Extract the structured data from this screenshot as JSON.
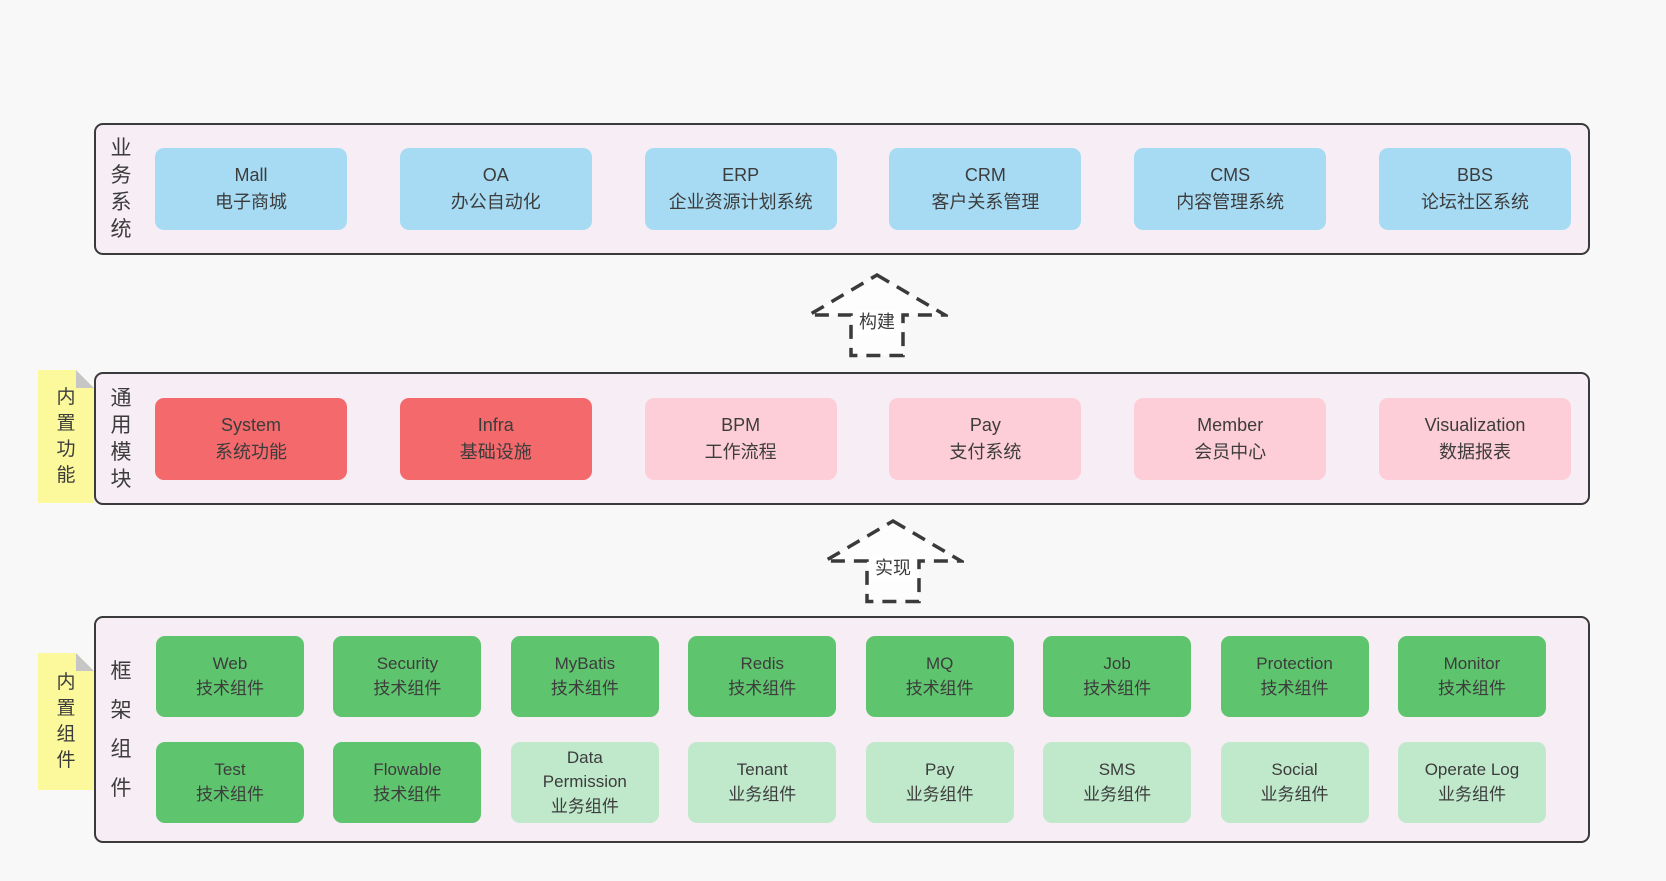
{
  "page": {
    "bg": "#f8f8f8"
  },
  "colors": {
    "page_bg": "#f8f8f8",
    "container_fill": "#f7edf5",
    "container_border": "#3a3a3a",
    "blue": "#a7dbf4",
    "red": "#f4696b",
    "pink": "#fdced7",
    "green": "#5fc46e",
    "green_light": "#c0e9cc",
    "sticky": "#fbf99b",
    "sticky_fold": "#c6c6c6",
    "text": "#3c3c3c"
  },
  "layers": {
    "business": {
      "label": "业务系统",
      "boxes": [
        {
          "title": "Mall",
          "subtitle": "电子商城",
          "variant": "blue"
        },
        {
          "title": "OA",
          "subtitle": "办公自动化",
          "variant": "blue"
        },
        {
          "title": "ERP",
          "subtitle": "企业资源计划系统",
          "variant": "blue"
        },
        {
          "title": "CRM",
          "subtitle": "客户关系管理",
          "variant": "blue"
        },
        {
          "title": "CMS",
          "subtitle": "内容管理系统",
          "variant": "blue"
        },
        {
          "title": "BBS",
          "subtitle": "论坛社区系统",
          "variant": "blue"
        }
      ]
    },
    "modules": {
      "label": "通用模块",
      "sticky": "内置功能",
      "boxes": [
        {
          "title": "System",
          "subtitle": "系统功能",
          "variant": "red"
        },
        {
          "title": "Infra",
          "subtitle": "基础设施",
          "variant": "red"
        },
        {
          "title": "BPM",
          "subtitle": "工作流程",
          "variant": "pink"
        },
        {
          "title": "Pay",
          "subtitle": "支付系统",
          "variant": "pink"
        },
        {
          "title": "Member",
          "subtitle": "会员中心",
          "variant": "pink"
        },
        {
          "title": "Visualization",
          "subtitle": "数据报表",
          "variant": "pink"
        }
      ]
    },
    "components": {
      "label": "框架组件",
      "sticky": "内置组件",
      "rows": [
        [
          {
            "title": "Web",
            "subtitle": "技术组件",
            "variant": "green"
          },
          {
            "title": "Security",
            "subtitle": "技术组件",
            "variant": "green"
          },
          {
            "title": "MyBatis",
            "subtitle": "技术组件",
            "variant": "green"
          },
          {
            "title": "Redis",
            "subtitle": "技术组件",
            "variant": "green"
          },
          {
            "title": "MQ",
            "subtitle": "技术组件",
            "variant": "green"
          },
          {
            "title": "Job",
            "subtitle": "技术组件",
            "variant": "green"
          },
          {
            "title": "Protection",
            "subtitle": "技术组件",
            "variant": "green"
          },
          {
            "title": "Monitor",
            "subtitle": "技术组件",
            "variant": "green"
          }
        ],
        [
          {
            "title": "Test",
            "subtitle": "技术组件",
            "variant": "green"
          },
          {
            "title": "Flowable",
            "subtitle": "技术组件",
            "variant": "green"
          },
          {
            "title": "Data Permission",
            "subtitle": "业务组件",
            "variant": "green-light"
          },
          {
            "title": "Tenant",
            "subtitle": "业务组件",
            "variant": "green-light"
          },
          {
            "title": "Pay",
            "subtitle": "业务组件",
            "variant": "green-light"
          },
          {
            "title": "SMS",
            "subtitle": "业务组件",
            "variant": "green-light"
          },
          {
            "title": "Social",
            "subtitle": "业务组件",
            "variant": "green-light"
          },
          {
            "title": "Operate Log",
            "subtitle": "业务组件",
            "variant": "green-light"
          }
        ]
      ]
    }
  },
  "arrows": [
    {
      "label": "构建"
    },
    {
      "label": "实现"
    }
  ]
}
